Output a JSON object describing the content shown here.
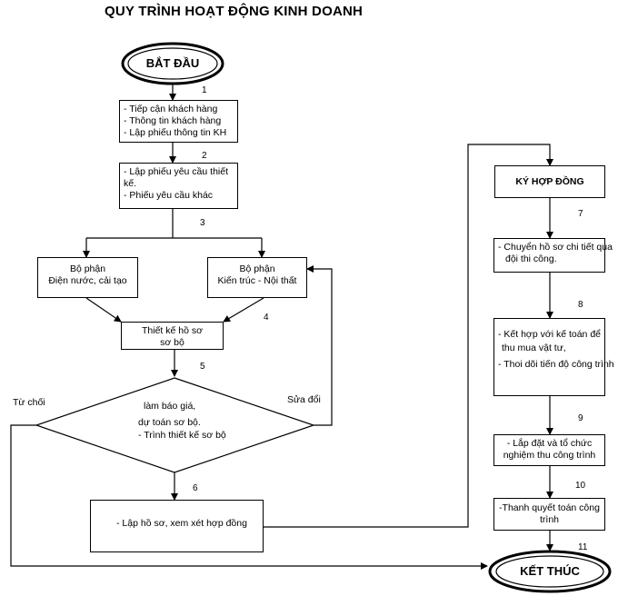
{
  "title": "QUY TRÌNH HOẠT ĐỘNG KINH DOANH",
  "start": "BẮT ĐẦU",
  "end": "KẾT THÚC",
  "steps": {
    "s1": [
      "- Tiếp cận khách hàng",
      "- Thông tin khách hàng",
      "- Lập phiếu thông tin KH"
    ],
    "s2": [
      "- Lập phiếu yêu cầu thiết",
      "kế.",
      "- Phiếu yêu cầu khác"
    ],
    "dept1": [
      "Bộ phận",
      "Điện nước, cải tạo"
    ],
    "dept2": [
      "Bộ phận",
      "Kiến trúc - Nội thất"
    ],
    "design": [
      "Thiết kế hồ sơ",
      "sơ bộ"
    ],
    "decision": [
      "làm báo giá,",
      "dự toán sơ bộ.",
      "- Trình thiết kế sơ bộ"
    ],
    "s6": [
      "- Lập hồ sơ, xem xét hợp đồng"
    ],
    "contract": [
      "KÝ HỢP ĐỒNG"
    ],
    "s7": [
      "- Chuyển hồ sơ chi tiết qua",
      "đội thi công."
    ],
    "s8": [
      "- Kết hợp với kế toán để",
      "thu mua vật tư,",
      "- Thoi dõi tiến độ công trình"
    ],
    "s9": [
      "- Lắp đặt và tổ chức",
      "nghiệm thu công trình"
    ],
    "s10": [
      "-Thanh quyết toán công",
      "trình"
    ]
  },
  "labels": {
    "reject": "Từ chối",
    "revise": "Sửa đổi"
  },
  "numbers": [
    "1",
    "2",
    "3",
    "4",
    "5",
    "6",
    "7",
    "8",
    "9",
    "10",
    "11"
  ]
}
